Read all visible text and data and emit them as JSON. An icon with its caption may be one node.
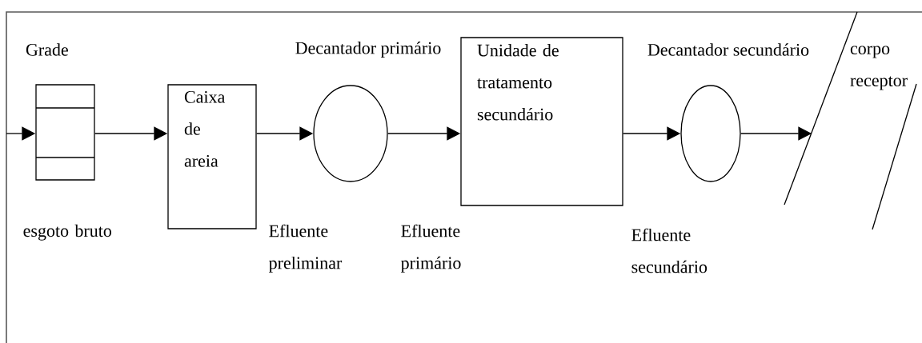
{
  "diagram": {
    "nodes": [
      {
        "text": [
          "Grade"
        ]
      },
      {
        "text": [
          "Caixa de areia"
        ]
      },
      {
        "text": [
          "Decantador primário"
        ]
      },
      {
        "text": [
          "Unidade de tratamento secundário"
        ]
      },
      {
        "text": [
          "Decantador secundário"
        ]
      },
      {
        "text": [
          "corpo receptor"
        ]
      }
    ],
    "edges": [
      {
        "from": null,
        "to": 0,
        "arrow": "to"
      },
      {
        "from": 0,
        "to": 1,
        "arrow": "to"
      },
      {
        "from": 1,
        "to": 2,
        "arrow": "to"
      },
      {
        "from": 2,
        "to": 3,
        "arrow": "to"
      },
      {
        "from": 3,
        "to": 4,
        "arrow": "to"
      },
      {
        "from": 4,
        "to": 5,
        "arrow": "to"
      }
    ],
    "labels": [
      "esgoto bruto",
      "Efluente preliminar",
      "Efluente primário",
      "Efluente secundário"
    ]
  }
}
